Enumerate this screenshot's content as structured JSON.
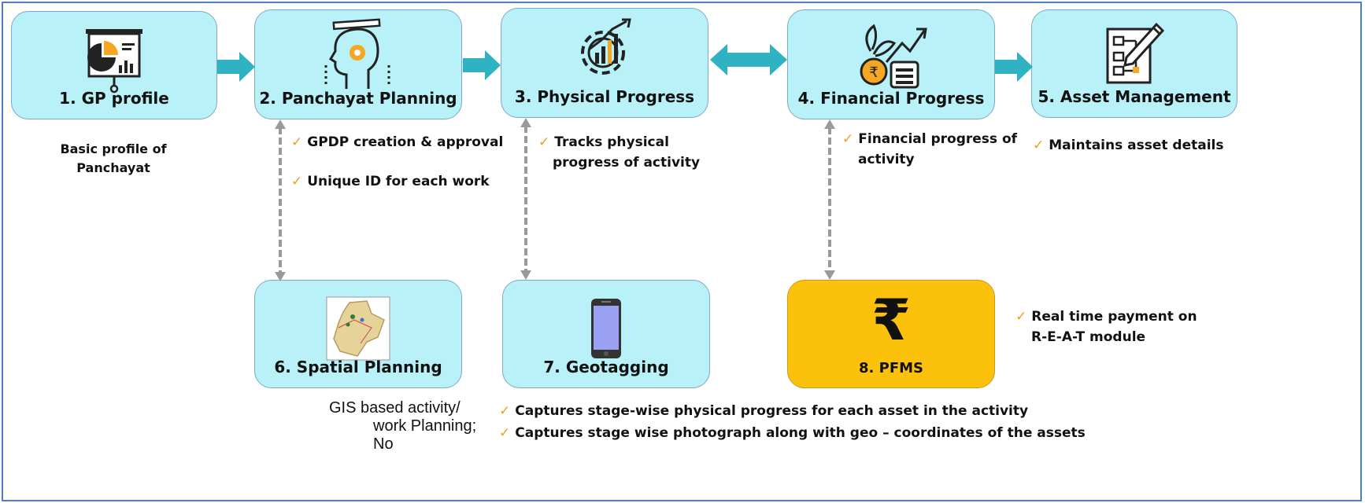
{
  "boxes": {
    "gp_profile": "1. GP profile",
    "panchayat_planning": "2. Panchayat Planning",
    "physical_progress": "3. Physical Progress",
    "financial_progress": "4. Financial Progress",
    "asset_management": "5. Asset Management",
    "spatial_planning": "6. Spatial Planning",
    "geotagging": "7. Geotagging",
    "pfms": "8. PFMS"
  },
  "notes": {
    "gp_profile": [
      "Basic profile of",
      "Panchayat"
    ],
    "planning_1": "GPDP creation & approval",
    "planning_2": "Unique ID for each work",
    "physical": [
      "Tracks physical",
      "progress of activity"
    ],
    "financial": [
      "Financial progress of",
      "activity"
    ],
    "asset": "Maintains asset details",
    "pfms": [
      "Real time payment on",
      "R-E-A-T module"
    ],
    "spatial": [
      "GIS based activity/",
      "work Planning;",
      "No"
    ],
    "geotag_1": "Captures stage-wise physical progress for each asset in the activity",
    "geotag_2": "Captures stage wise photograph along with geo – coordinates of the assets"
  },
  "symbols": {
    "check": "✓",
    "rupee": "₹"
  },
  "colors": {
    "card": "#b8f1f8",
    "pfms": "#fbc10b",
    "arrow": "#2fb3c2",
    "check": "#f59b1a",
    "connector": "#9a9a9a"
  },
  "icons": [
    "presentation-chart-icon",
    "head-planning-icon",
    "gear-chart-icon",
    "money-growth-icon",
    "checklist-pencil-icon",
    "map-icon",
    "smartphone-icon",
    "rupee-icon"
  ]
}
